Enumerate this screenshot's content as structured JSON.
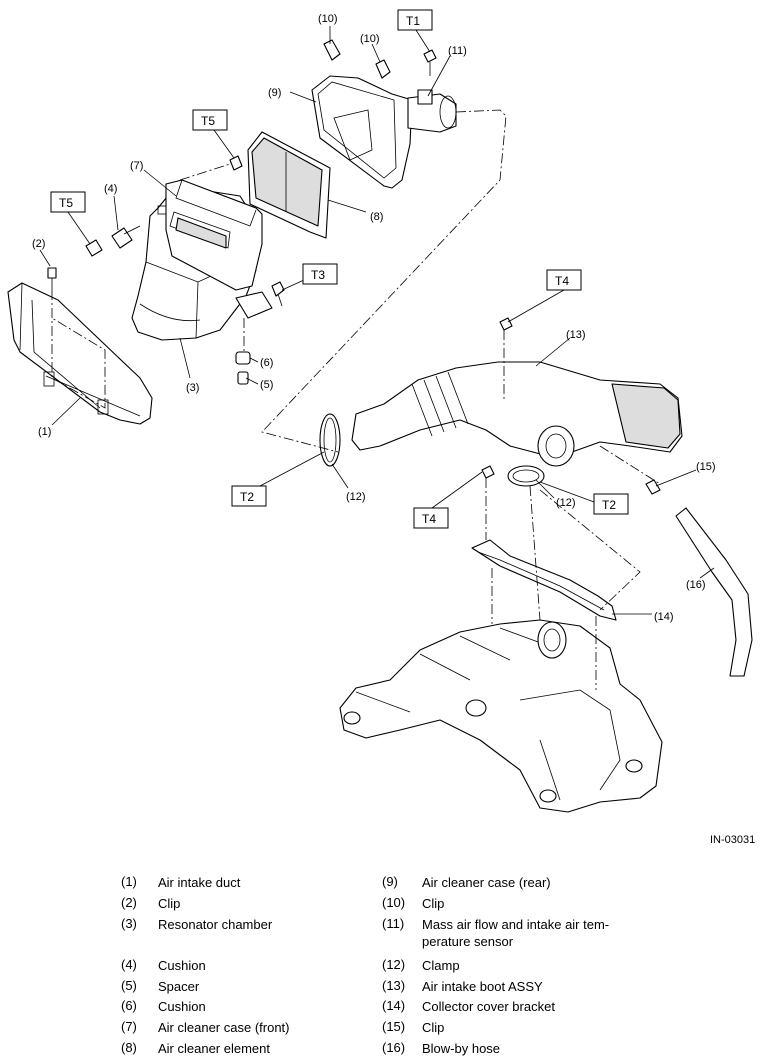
{
  "figure_code": "IN-03031",
  "callouts": {
    "c1": "(1)",
    "c2": "(2)",
    "c3": "(3)",
    "c4": "(4)",
    "c5": "(5)",
    "c6": "(6)",
    "c7": "(7)",
    "c8": "(8)",
    "c9": "(9)",
    "c10a": "(10)",
    "c10b": "(10)",
    "c11": "(11)",
    "c12a": "(12)",
    "c12b": "(12)",
    "c13": "(13)",
    "c14": "(14)",
    "c15": "(15)",
    "c16": "(16)"
  },
  "torque_labels": {
    "t1": "T1",
    "t2a": "T2",
    "t2b": "T2",
    "t3": "T3",
    "t4a": "T4",
    "t4b": "T4",
    "t5a": "T5",
    "t5b": "T5"
  },
  "legend_left": [
    {
      "num": "(1)",
      "text": "Air intake duct"
    },
    {
      "num": "(2)",
      "text": "Clip"
    },
    {
      "num": "(3)",
      "text": "Resonator chamber"
    },
    {
      "num": "(4)",
      "text": "Cushion"
    },
    {
      "num": "(5)",
      "text": "Spacer"
    },
    {
      "num": "(6)",
      "text": "Cushion"
    },
    {
      "num": "(7)",
      "text": "Air cleaner case (front)"
    },
    {
      "num": "(8)",
      "text": "Air cleaner element"
    }
  ],
  "legend_right": [
    {
      "num": "(9)",
      "text": "Air cleaner case (rear)"
    },
    {
      "num": "(10)",
      "text": "Clip"
    },
    {
      "num": "(11)",
      "text": "Mass air flow and intake air tem- perature sensor"
    },
    {
      "num": "(12)",
      "text": "Clamp"
    },
    {
      "num": "(13)",
      "text": "Air intake boot ASSY"
    },
    {
      "num": "(14)",
      "text": "Collector cover bracket"
    },
    {
      "num": "(15)",
      "text": "Clip"
    },
    {
      "num": "(16)",
      "text": "Blow-by hose"
    }
  ]
}
